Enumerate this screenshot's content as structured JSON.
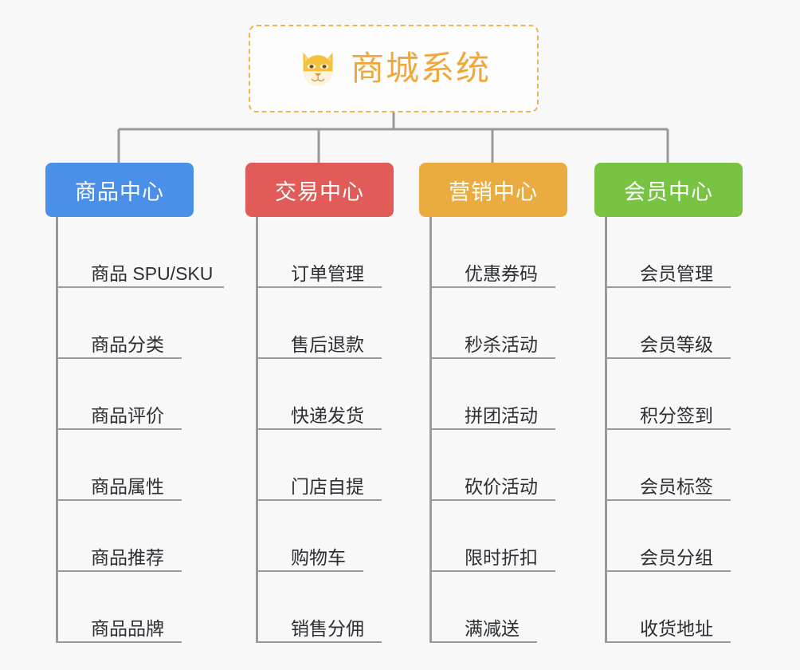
{
  "theme": {
    "background": "#f8f8f8",
    "connector_color": "#9a9a9a",
    "title_accent": "#f0a83c",
    "item_text_color": "#2b2f33"
  },
  "root": {
    "title": "商城系统",
    "icon": "shiba-dog-icon",
    "border_color": "#f0b453",
    "border_style": "dashed"
  },
  "columns": [
    {
      "title": "商品中心",
      "color": "#4a90e8",
      "items": [
        {
          "label": "商品 SPU/SKU",
          "rule_width": 208
        },
        {
          "label": "商品分类",
          "rule_width": 155
        },
        {
          "label": "商品评价",
          "rule_width": 155
        },
        {
          "label": "商品属性",
          "rule_width": 155
        },
        {
          "label": "商品推荐",
          "rule_width": 155
        },
        {
          "label": "商品品牌",
          "rule_width": 155
        }
      ]
    },
    {
      "title": "交易中心",
      "color": "#e15b58",
      "items": [
        {
          "label": "订单管理",
          "rule_width": 155
        },
        {
          "label": "售后退款",
          "rule_width": 155
        },
        {
          "label": "快递发货",
          "rule_width": 155
        },
        {
          "label": "门店自提",
          "rule_width": 155
        },
        {
          "label": "购物车",
          "rule_width": 132
        },
        {
          "label": "销售分佣",
          "rule_width": 155
        }
      ]
    },
    {
      "title": "营销中心",
      "color": "#eaac40",
      "items": [
        {
          "label": "优惠券码",
          "rule_width": 155
        },
        {
          "label": "秒杀活动",
          "rule_width": 155
        },
        {
          "label": "拼团活动",
          "rule_width": 155
        },
        {
          "label": "砍价活动",
          "rule_width": 155
        },
        {
          "label": "限时折扣",
          "rule_width": 155
        },
        {
          "label": "满减送",
          "rule_width": 132
        }
      ]
    },
    {
      "title": "会员中心",
      "color": "#79c342",
      "items": [
        {
          "label": "会员管理",
          "rule_width": 155
        },
        {
          "label": "会员等级",
          "rule_width": 155
        },
        {
          "label": "积分签到",
          "rule_width": 155
        },
        {
          "label": "会员标签",
          "rule_width": 155
        },
        {
          "label": "会员分组",
          "rule_width": 155
        },
        {
          "label": "收货地址",
          "rule_width": 155
        }
      ]
    }
  ]
}
